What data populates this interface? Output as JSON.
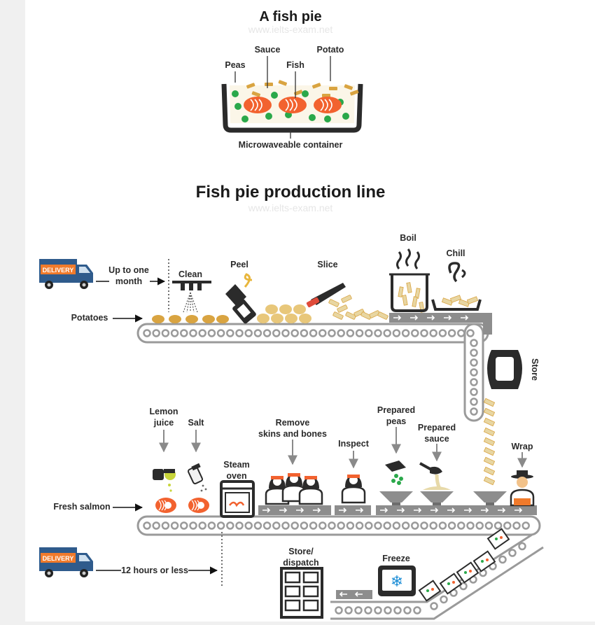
{
  "top": {
    "title": "A fish pie",
    "watermark": "www.ielts-exam.net",
    "labels": {
      "sauce": "Sauce",
      "potato": "Potato",
      "peas": "Peas",
      "fish": "Fish",
      "container": "Microwaveable container"
    }
  },
  "line": {
    "title": "Fish pie production line",
    "watermark": "www.ielts-exam.net",
    "truck_label": "DELIVERY",
    "potatoes": {
      "input": "Potatoes",
      "time_line1": "Up to one",
      "time_line2": "month",
      "clean": "Clean",
      "peel": "Peel",
      "slice": "Slice",
      "boil": "Boil",
      "chill": "Chill",
      "store": "Store"
    },
    "salmon": {
      "input": "Fresh salmon",
      "time": "12 hours or less",
      "lemon_line1": "Lemon",
      "lemon_line2": "juice",
      "salt": "Salt",
      "steam_line1": "Steam",
      "steam_line2": "oven",
      "remove_line1": "Remove",
      "remove_line2": "skins and bones",
      "inspect": "Inspect",
      "peas_line1": "Prepared",
      "peas_line2": "peas",
      "sauce_line1": "Prepared",
      "sauce_line2": "sauce",
      "wrap": "Wrap",
      "freeze": "Freeze",
      "store_line1": "Store/",
      "store_line2": "dispatch"
    }
  },
  "colors": {
    "truck_blue": "#2f5b8c",
    "delivery_orange": "#f07a2b",
    "potato": "#d9a441",
    "pea": "#2aa84a",
    "salmon": "#f2622f",
    "belt": "#9a9a9a",
    "dark": "#2b2b2b"
  }
}
